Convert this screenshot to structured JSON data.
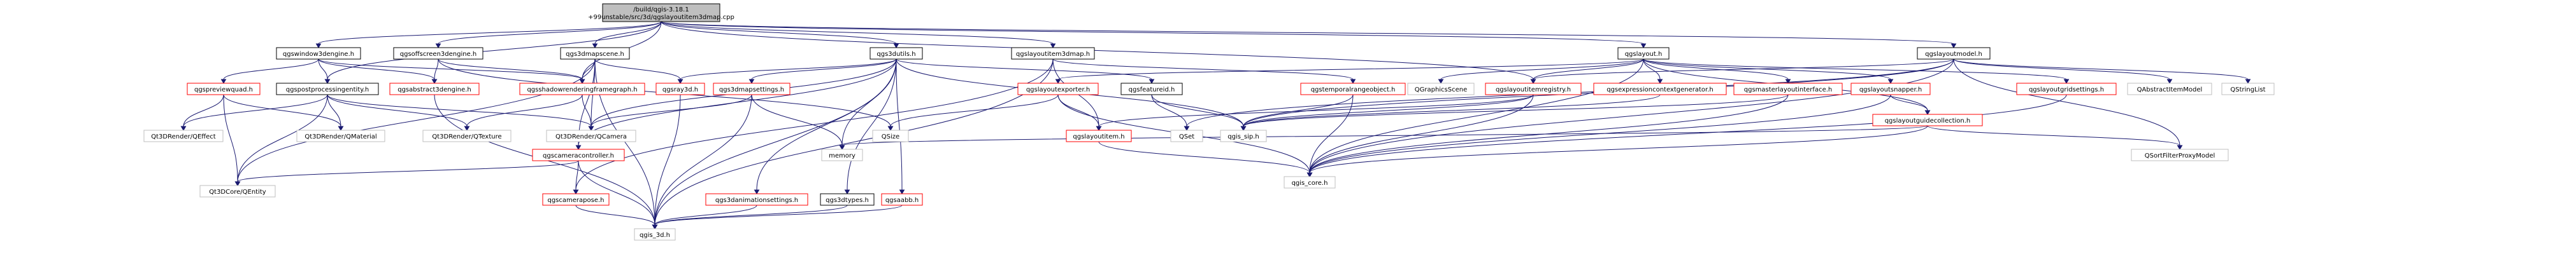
{
  "colors": {
    "root_fill": "#bfbfbf",
    "node_fill": "#ffffff",
    "external_border": "#bfbfbf",
    "internal_border": "#000000",
    "red_border": "#ff0000",
    "edge": "#191970"
  },
  "nodes": {
    "root": {
      "lines": [
        "/build/qgis-3.18.1",
        "+99unstable/src/3d/qgslayoutitem3dmap.cpp"
      ]
    },
    "qgswindow3dengine": {
      "lines": [
        "qgswindow3dengine.h"
      ]
    },
    "qgsoffscreen3dengine": {
      "lines": [
        "qgsoffscreen3dengine.h"
      ]
    },
    "qgs3dmapscene": {
      "lines": [
        "qgs3dmapscene.h"
      ]
    },
    "qgs3dutils": {
      "lines": [
        "qgs3dutils.h"
      ]
    },
    "qgslayoutitem3dmap": {
      "lines": [
        "qgslayoutitem3dmap.h"
      ]
    },
    "qgslayout": {
      "lines": [
        "qgslayout.h"
      ]
    },
    "qgslayoutmodel": {
      "lines": [
        "qgslayoutmodel.h"
      ]
    },
    "qgspreviewquad": {
      "lines": [
        "qgspreviewquad.h"
      ]
    },
    "qgspostprocessingentity": {
      "lines": [
        "qgspostprocessingentity.h"
      ]
    },
    "qgsabstract3dengine": {
      "lines": [
        "qgsabstract3dengine.h"
      ]
    },
    "qgsshadowrenderingframegraph": {
      "lines": [
        "qgsshadowrenderingframegraph.h"
      ]
    },
    "qgsraycast": {
      "lines": [
        "qgsray3d.h"
      ]
    },
    "qgs3dmapsettings": {
      "lines": [
        "qgs3dmapsettings.h"
      ]
    },
    "qgsfeatureid": {
      "lines": [
        "qgsfeatureid.h"
      ]
    },
    "qgstemporalrangeobject": {
      "lines": [
        "qgstemporalrangeobject.h"
      ]
    },
    "qgslayoutexporter": {
      "lines": [
        "qgslayoutexporter.h"
      ]
    },
    "qgraphicsscene": {
      "lines": [
        "QGraphicsScene"
      ]
    },
    "qgslayoutitemregistry": {
      "lines": [
        "qgslayoutitemregistry.h"
      ]
    },
    "qgsexpressioncontextgenerator": {
      "lines": [
        "qgsexpressioncontextgenerator.h"
      ]
    },
    "qgsmasterlayoutinterface": {
      "lines": [
        "qgsmasterlayoutinterface.h"
      ]
    },
    "qgslayoutsnapper": {
      "lines": [
        "qgslayoutsnapper.h"
      ]
    },
    "qgslayoutguidecollection": {
      "lines": [
        "qgslayoutguidecollection.h"
      ]
    },
    "qgslayoutgridsettings": {
      "lines": [
        "qgslayoutgridsettings.h"
      ]
    },
    "qabstractitemmodel": {
      "lines": [
        "QAbstractItemModel"
      ]
    },
    "qstringlist": {
      "lines": [
        "QStringList"
      ]
    },
    "qsortfilterproxymodel": {
      "lines": [
        "QSortFilterProxyModel"
      ]
    },
    "qt3drender_qeffect": {
      "lines": [
        "Qt3DRender/QEffect"
      ]
    },
    "qt3drender_qmaterial": {
      "lines": [
        "Qt3DRender/QMaterial"
      ]
    },
    "qt3drender_qtexture": {
      "lines": [
        "Qt3DRender/QTexture"
      ]
    },
    "qt3drender_qcamera": {
      "lines": [
        "Qt3DRender/QCamera"
      ]
    },
    "qt3dcore_qentity": {
      "lines": [
        "Qt3DCore/QEntity"
      ]
    },
    "qgscameracontroller": {
      "lines": [
        "qgscameracontroller.h"
      ]
    },
    "qgscamerapose": {
      "lines": [
        "qgscamerapose.h"
      ]
    },
    "qsize": {
      "lines": [
        "QSize"
      ]
    },
    "qgs3danimationsettings": {
      "lines": [
        "qgs3danimationsettings.h"
      ]
    },
    "qgs3dtypes": {
      "lines": [
        "qgs3dtypes.h"
      ]
    },
    "qgsaabb": {
      "lines": [
        "qgsaabb.h"
      ]
    },
    "memory": {
      "lines": [
        "memory"
      ]
    },
    "qset": {
      "lines": [
        "QSet"
      ]
    },
    "qgslayoutitem": {
      "lines": [
        "qgslayoutitem.h"
      ]
    },
    "qgis_sip": {
      "lines": [
        "qgis_sip.h"
      ]
    },
    "qgis_core": {
      "lines": [
        "qgis_core.h"
      ]
    },
    "qgis_3d": {
      "lines": [
        "qgis_3d.h"
      ]
    }
  }
}
